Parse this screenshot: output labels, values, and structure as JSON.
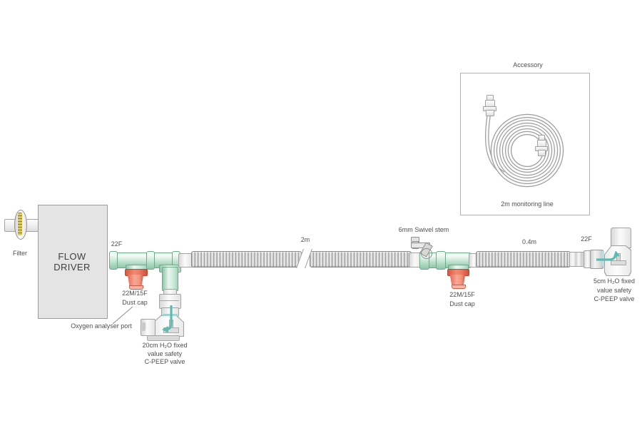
{
  "diagram": {
    "filter_label": "Filter",
    "flow_driver": {
      "line1": "FLOW",
      "line2": "DRIVER"
    },
    "connector_left_size": "22F",
    "connector_right_size": "22F",
    "dust_cap_left": {
      "line1": "22M/15F",
      "line2": "Dust cap"
    },
    "dust_cap_right": {
      "line1": "22M/15F",
      "line2": "Dust cap"
    },
    "oxygen_port_label": "Oxygen analyser port",
    "main_tube_length": "2m",
    "short_tube_length": "0.4m",
    "swivel_stem_label": "6mm Swivel stem",
    "peep_valve_20": {
      "line1": "20cm H₂O fixed",
      "line2": "value safety",
      "line3": "C-PEEP valve"
    },
    "peep_valve_5": {
      "line1": "5cm H₂O fixed",
      "line2": "value safety",
      "line3": "C-PEEP valve"
    },
    "accessory": {
      "title": "Accessory",
      "caption": "2m monitoring line"
    }
  },
  "colors": {
    "connector_green": "#b7e0c6",
    "connector_green_border": "#6fa98b",
    "dust_cap_red": "#f08a72",
    "tube_gray": "#d6d6d6",
    "flow_arrow_teal": "#5fbab2",
    "filter_band_yellow": "#e5c94c",
    "panel_gray": "#e4e4e4",
    "text_gray": "#4f4f4f"
  }
}
